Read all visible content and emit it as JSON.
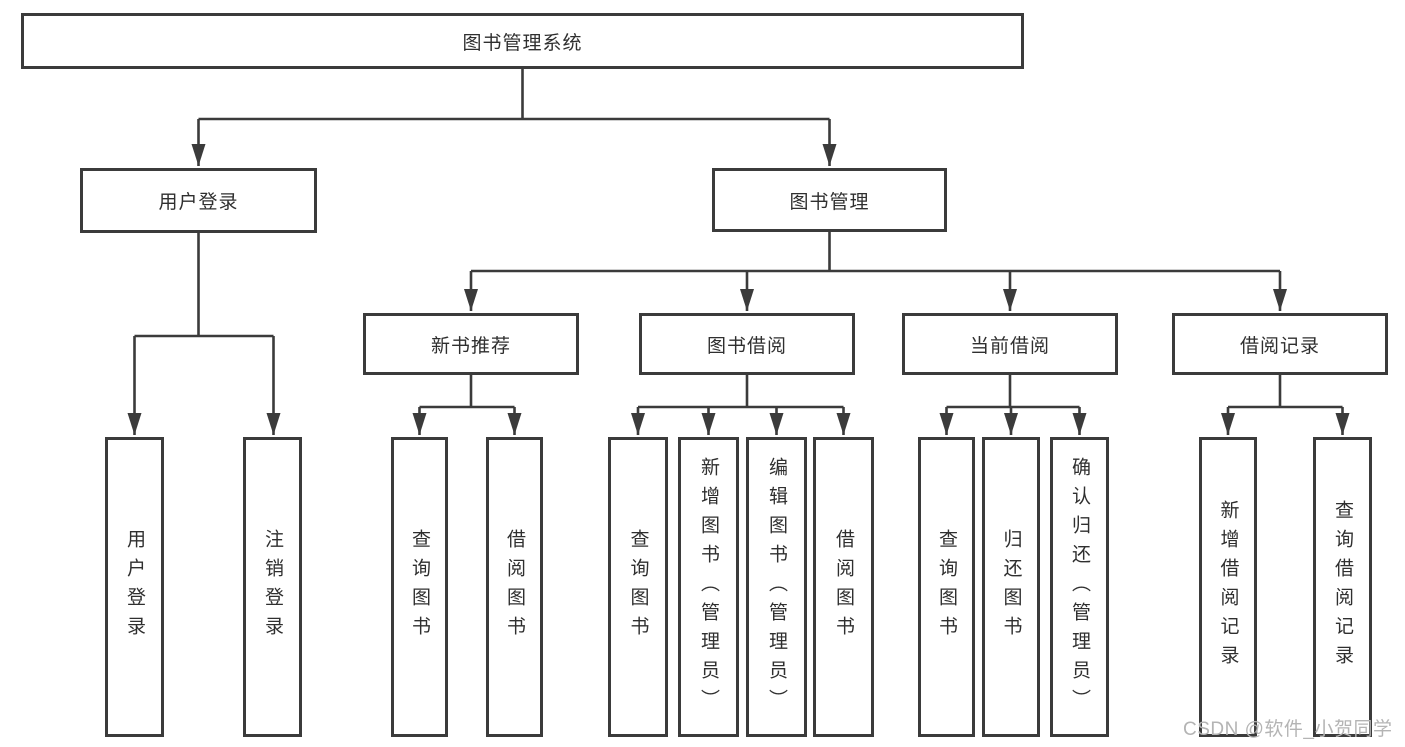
{
  "diagram": {
    "type": "tree",
    "title": "图书管理系统",
    "colors": {
      "line": "#3b3b3b",
      "border": "#3b3b3b",
      "text": "#2f2f2f",
      "node_background": "#ffffff",
      "watermark": "#b4b4b4"
    },
    "nodes": {
      "root": "图书管理系统",
      "userLogin": "用户登录",
      "bookMgmt": "图书管理",
      "newBookRec": "新书推荐",
      "bookBorrow": "图书借阅",
      "currentBorrow": "当前借阅",
      "borrowHistory": "借阅记录",
      "leafUserLogin": "用户登录",
      "leafLogout": "注销登录",
      "leafNbQuery": "查询图书",
      "leafNbBorrow": "借阅图书",
      "leafBbQuery": "查询图书",
      "leafBbAdd": "新增图书（管理员）",
      "leafBbEdit": "编辑图书（管理员）",
      "leafBbBorrow": "借阅图书",
      "leafCbQuery": "查询图书",
      "leafCbReturn": "归还图书",
      "leafCbConfirm": "确认归还（管理员）",
      "leafBhAdd": "新增借阅记录",
      "leafBhQuery": "查询借阅记录"
    },
    "hierarchy": {
      "图书管理系统": {
        "用户登录": [
          "用户登录",
          "注销登录"
        ],
        "图书管理": {
          "新书推荐": [
            "查询图书",
            "借阅图书"
          ],
          "图书借阅": [
            "查询图书",
            "新增图书（管理员）",
            "编辑图书（管理员）",
            "借阅图书"
          ],
          "当前借阅": [
            "查询图书",
            "归还图书",
            "确认归还（管理员）"
          ],
          "借阅记录": [
            "新增借阅记录",
            "查询借阅记录"
          ]
        }
      }
    },
    "watermark": "CSDN @软件_小贺同学"
  }
}
